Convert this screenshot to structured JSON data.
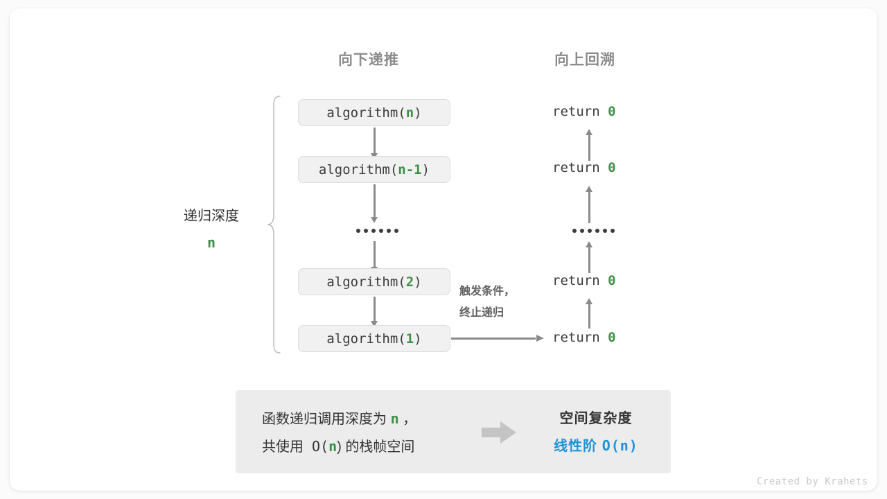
{
  "headers": {
    "down": "向下递推",
    "up": "向上回溯"
  },
  "depth": {
    "label": "递归深度",
    "value": "n"
  },
  "calls": [
    {
      "fn": "algorithm(",
      "arg": "n",
      "close": ")"
    },
    {
      "fn": "algorithm(",
      "arg": "n-1",
      "close": ")"
    },
    {
      "fn": "algorithm(",
      "arg": "2",
      "close": ")"
    },
    {
      "fn": "algorithm(",
      "arg": "1",
      "close": ")"
    }
  ],
  "ellipsis": "••••••",
  "returns": [
    {
      "kw": "return",
      "val": "0"
    },
    {
      "kw": "return",
      "val": "0"
    },
    {
      "kw": "return",
      "val": "0"
    },
    {
      "kw": "return",
      "val": "0"
    }
  ],
  "terminate_note": {
    "line1": "触发条件，",
    "line2": "终止递归"
  },
  "summary": {
    "left_line1_a": "函数递归调用深度为 ",
    "left_line1_g": "n",
    "left_line1_b": " ，",
    "left_line2_a": "共使用 O(",
    "left_line2_g": "n",
    "left_line2_b": ") 的栈帧空间",
    "arrow_icon": "right-block-arrow",
    "title": "空间复杂度",
    "value_text": "线性阶 ",
    "value_mono": "O(n)"
  },
  "credit": "Created by Krahets",
  "colors": {
    "green": "#3f8f46",
    "blue": "#1f93d6",
    "gray_text": "#8c8c8c",
    "box_bg": "#f1f1f1",
    "panel_bg": "#ececec",
    "arrow": "#8a8a8a"
  }
}
